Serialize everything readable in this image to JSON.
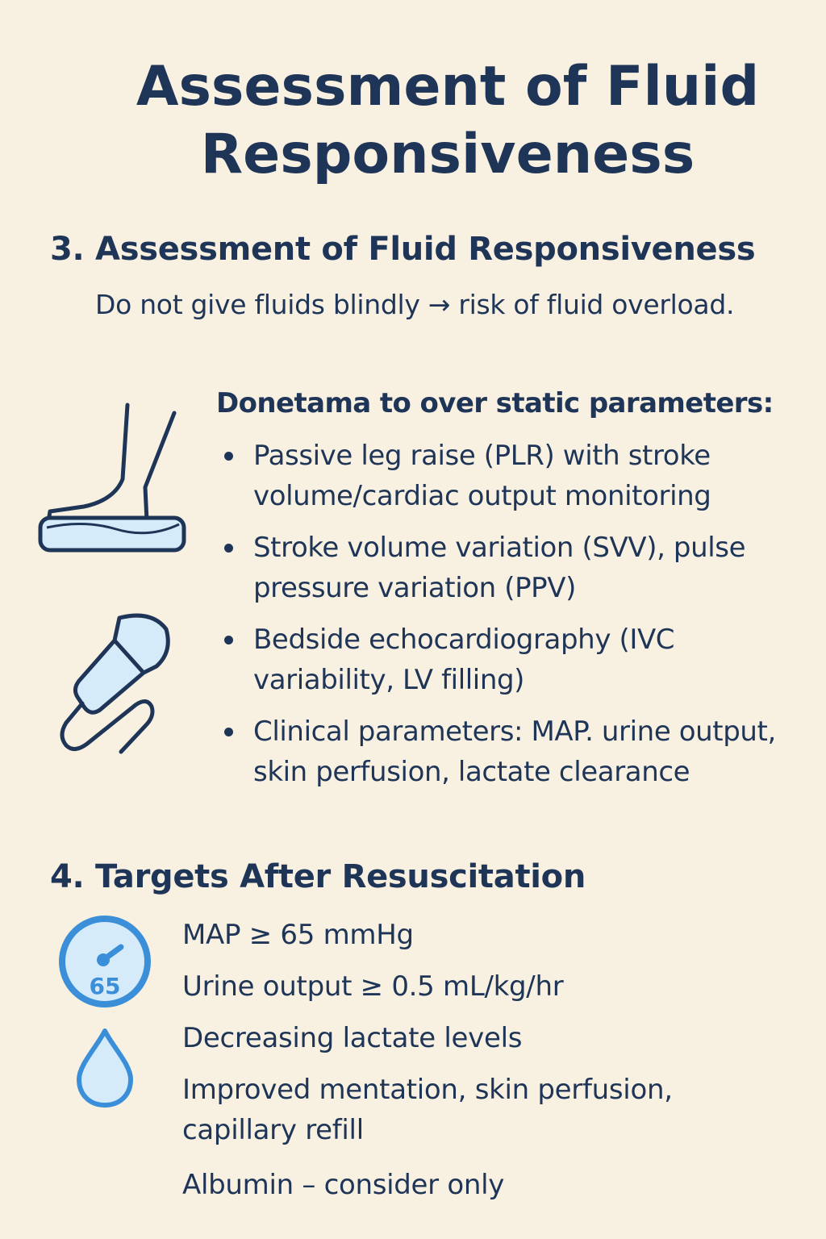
{
  "title": {
    "line1": "Assessment of Fluid",
    "line2": "Responsiveness"
  },
  "section3": {
    "heading": "3. Assessment of Fluid Responsiveness",
    "intro": "Do not give fluids blindly → risk of fluid overload.",
    "subheading": "Donetama to over static parameters:",
    "bullets": [
      "Passive leg raise (PLR) with stroke volume/cardiac output monitoring",
      "Stroke volume variation (SVV), pulse pressure variation (PPV)",
      "Bedside echocardiography (IVC variability, LV filling)",
      "Clinical parameters: MAP. urine output, skin perfusion, lactate clearance"
    ]
  },
  "section4": {
    "heading": "4. Targets After Resuscitation",
    "targets": [
      "MAP ≥ 65 mmHg",
      "Urine output ≥ 0.5 mL/kg/hr",
      "Decreasing lactate levels",
      "Improved mentation, skin perfusion, capillary refill",
      "Albumin – consider only"
    ],
    "gauge_value": "65"
  },
  "icons": {
    "leg": "leg-raise-icon",
    "probe": "ultrasound-probe-icon",
    "gauge": "blood-pressure-gauge-icon",
    "drop": "fluid-drop-icon"
  },
  "colors": {
    "background": "#f8f1e2",
    "text": "#1f3557",
    "accent_blue": "#3a8fd8",
    "icon_fill": "#d6ebfa"
  }
}
